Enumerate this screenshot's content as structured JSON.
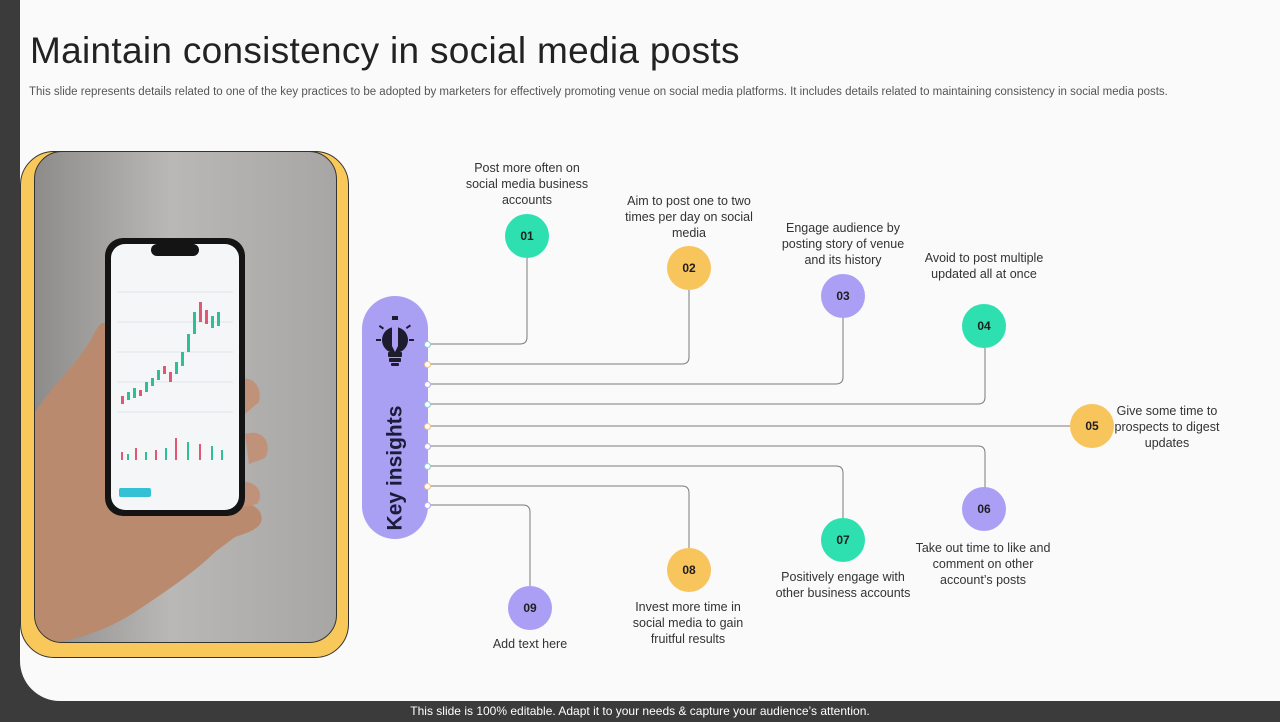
{
  "slide": {
    "title": "Maintain consistency in social media posts",
    "subtitle": "This slide represents details related to one of the key practices to be adopted by marketers for effectively  promoting venue on social media platforms. It includes details related to maintaining consistency in social media posts.",
    "footer": "This slide is 100% editable. Adapt it to your needs & capture your audience’s attention."
  },
  "diagram": {
    "center_label": "Key insights",
    "center_icon": "lightbulb-pencil-icon",
    "colors": {
      "green": "#2ee0b0",
      "yellow": "#f8c45c",
      "purple": "#ab9ff5",
      "pill": "#a9a0f3",
      "frame": "#f9c85b"
    },
    "nodes": [
      {
        "num": "01",
        "text": "Post more often on social media business accounts",
        "color": "green"
      },
      {
        "num": "02",
        "text": "Aim to post one to two times per day on social media",
        "color": "yellow"
      },
      {
        "num": "03",
        "text": "Engage audience by posting story of venue  and its history",
        "color": "purple"
      },
      {
        "num": "04",
        "text": "Avoid to post multiple updated all at once",
        "color": "green"
      },
      {
        "num": "05",
        "text": "Give  some time to prospects to digest updates",
        "color": "yellow"
      },
      {
        "num": "06",
        "text": "Take out time to like and comment on other account’s posts",
        "color": "purple"
      },
      {
        "num": "07",
        "text": "Positively engage with other business accounts",
        "color": "green"
      },
      {
        "num": "08",
        "text": "Invest  more time in social media to gain fruitful  results",
        "color": "yellow"
      },
      {
        "num": "09",
        "text": "Add text here",
        "color": "purple"
      }
    ]
  }
}
